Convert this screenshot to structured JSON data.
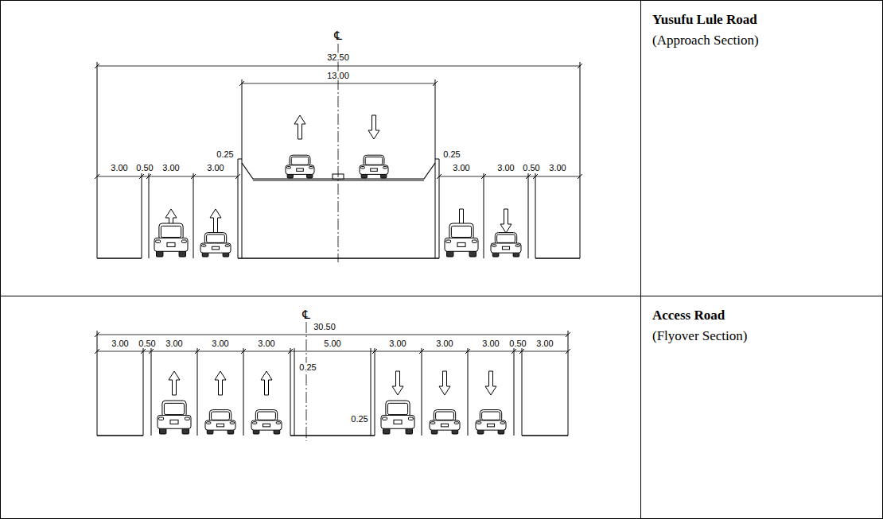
{
  "diagram": {
    "labels": [
      "℄",
      "32.50",
      "13.00",
      "3.00",
      "0.50",
      "3.00",
      "3.00",
      "0.25",
      "0.25",
      "3.00",
      "3.00",
      "0.50",
      "3.00",
      "℄",
      "30.50",
      "3.00",
      "0.50",
      "3.00",
      "3.00",
      "3.00",
      "5.00",
      "0.25",
      "3.00",
      "3.00",
      "3.00",
      "0.50",
      "3.00",
      "0.25",
      "Yusufu Lule Road",
      "(Approach Section)",
      "Access Road",
      "(Flyover Section)"
    ]
  }
}
